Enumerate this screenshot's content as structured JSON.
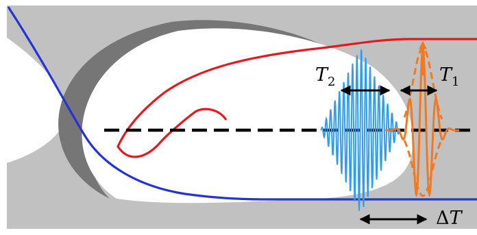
{
  "labels": {
    "t2": {
      "symbol": "T",
      "subscript": "2"
    },
    "t1": {
      "symbol": "T",
      "subscript": "1"
    },
    "delta_t": {
      "delta": "Δ",
      "symbol": "T"
    }
  },
  "colors": {
    "background_gray": "#c1c1c1",
    "bubble_shadow": "#767676",
    "bubble_white": "#ffffff",
    "red_curve": "#e8171c",
    "blue_curve": "#2433d6",
    "wave_blue": "#2f9cef",
    "wave_orange": "#ee7a23",
    "axis_dashed": "#000000",
    "arrow": "#000000"
  },
  "icons": {
    "arrow_head": "double-headed-arrow"
  }
}
